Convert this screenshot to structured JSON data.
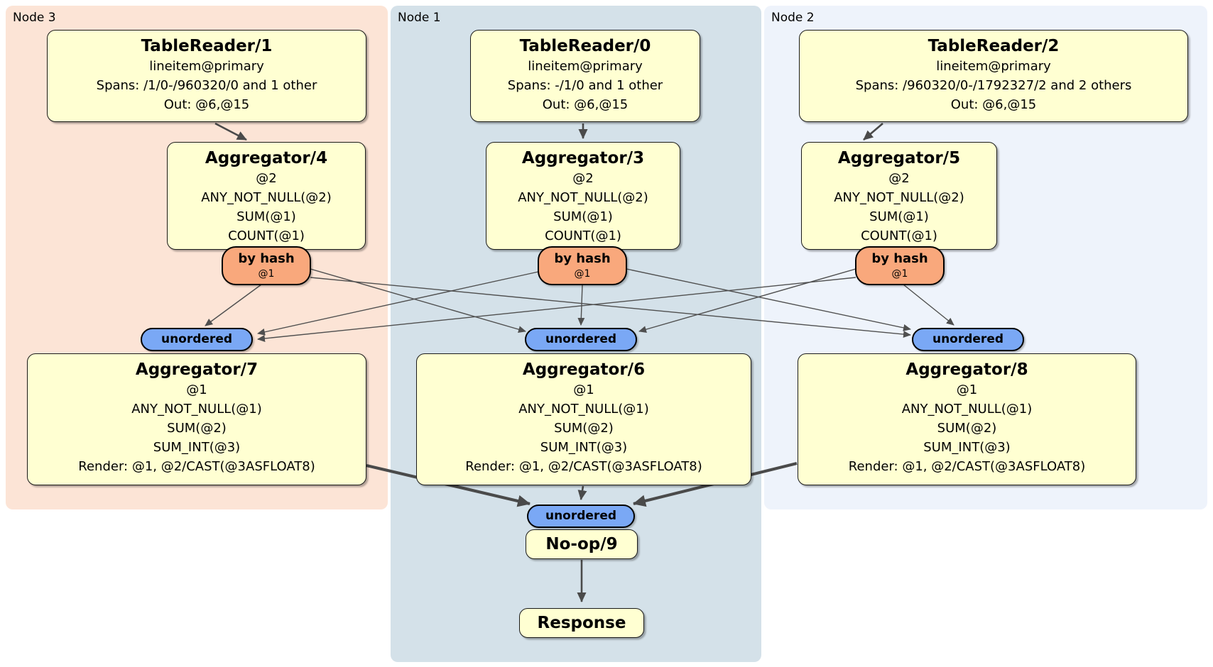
{
  "regions": [
    {
      "label": "Node 3"
    },
    {
      "label": "Node 1"
    },
    {
      "label": "Node 2"
    }
  ],
  "nodes": {
    "tr1": {
      "title": "TableReader/1",
      "lines": [
        "lineitem@primary",
        "Spans: /1/0-/960320/0 and 1 other",
        "Out: @6,@15"
      ]
    },
    "tr0": {
      "title": "TableReader/0",
      "lines": [
        "lineitem@primary",
        "Spans: -/1/0 and 1 other",
        "Out: @6,@15"
      ]
    },
    "tr2": {
      "title": "TableReader/2",
      "lines": [
        "lineitem@primary",
        "Spans: /960320/0-/1792327/2 and 2 others",
        "Out: @6,@15"
      ]
    },
    "agg4": {
      "title": "Aggregator/4",
      "lines": [
        "@2",
        "ANY_NOT_NULL(@2)",
        "SUM(@1)",
        "COUNT(@1)"
      ]
    },
    "agg3": {
      "title": "Aggregator/3",
      "lines": [
        "@2",
        "ANY_NOT_NULL(@2)",
        "SUM(@1)",
        "COUNT(@1)"
      ]
    },
    "agg5": {
      "title": "Aggregator/5",
      "lines": [
        "@2",
        "ANY_NOT_NULL(@2)",
        "SUM(@1)",
        "COUNT(@1)"
      ]
    },
    "agg7": {
      "title": "Aggregator/7",
      "lines": [
        "@1",
        "ANY_NOT_NULL(@1)",
        "SUM(@2)",
        "SUM_INT(@3)",
        "Render: @1, @2/CAST(@3ASFLOAT8)"
      ]
    },
    "agg6": {
      "title": "Aggregator/6",
      "lines": [
        "@1",
        "ANY_NOT_NULL(@1)",
        "SUM(@2)",
        "SUM_INT(@3)",
        "Render: @1, @2/CAST(@3ASFLOAT8)"
      ]
    },
    "agg8": {
      "title": "Aggregator/8",
      "lines": [
        "@1",
        "ANY_NOT_NULL(@1)",
        "SUM(@2)",
        "SUM_INT(@3)",
        "Render: @1, @2/CAST(@3ASFLOAT8)"
      ]
    },
    "noop9": {
      "title": "No-op/9"
    },
    "response": {
      "title": "Response"
    }
  },
  "routers": {
    "by_hash": {
      "label": "by hash",
      "sub": "@1"
    },
    "unordered": {
      "label": "unordered"
    }
  },
  "colors": {
    "region_node3": "#fce4d6",
    "region_node1": "#d4e1e9",
    "region_node2": "#eef3fb",
    "node_fill": "#ffffd2",
    "router_fill": "#f9a87c",
    "sync_fill": "#7aa8f5",
    "edge": "#4a4a4a",
    "border": "#000000"
  }
}
